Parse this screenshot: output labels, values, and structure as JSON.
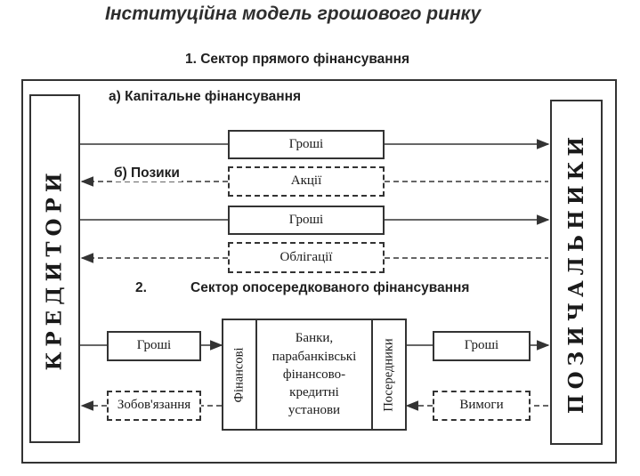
{
  "title": "Інституційна модель грошового ринку",
  "sector1": {
    "label": "1.    Сектор прямого фінансування"
  },
  "sub_a": {
    "label": "а) Капітальне фінансування"
  },
  "sub_b": {
    "label": "б) Позики"
  },
  "sector2": {
    "number": "2.",
    "label": "Сектор опосередкованого фінансування"
  },
  "lenders": {
    "label": "КРЕДИТОРИ"
  },
  "borrowers": {
    "label": "ПОЗИЧАЛЬНИКИ"
  },
  "direct": {
    "money_a": "Гроші",
    "shares": "Акції",
    "money_b": "Гроші",
    "bonds": "Облігації"
  },
  "indirect": {
    "money_left": "Гроші",
    "obligations": "Зобов'язання",
    "money_right": "Гроші",
    "claims": "Вимоги",
    "financial": "Фінансові",
    "intermediaries": "Посередники",
    "banks": "Банки,\nпарабанківські\nфінансово-\nкредитні\nустанови"
  },
  "colors": {
    "ink": "#333333",
    "background": "#ffffff"
  }
}
